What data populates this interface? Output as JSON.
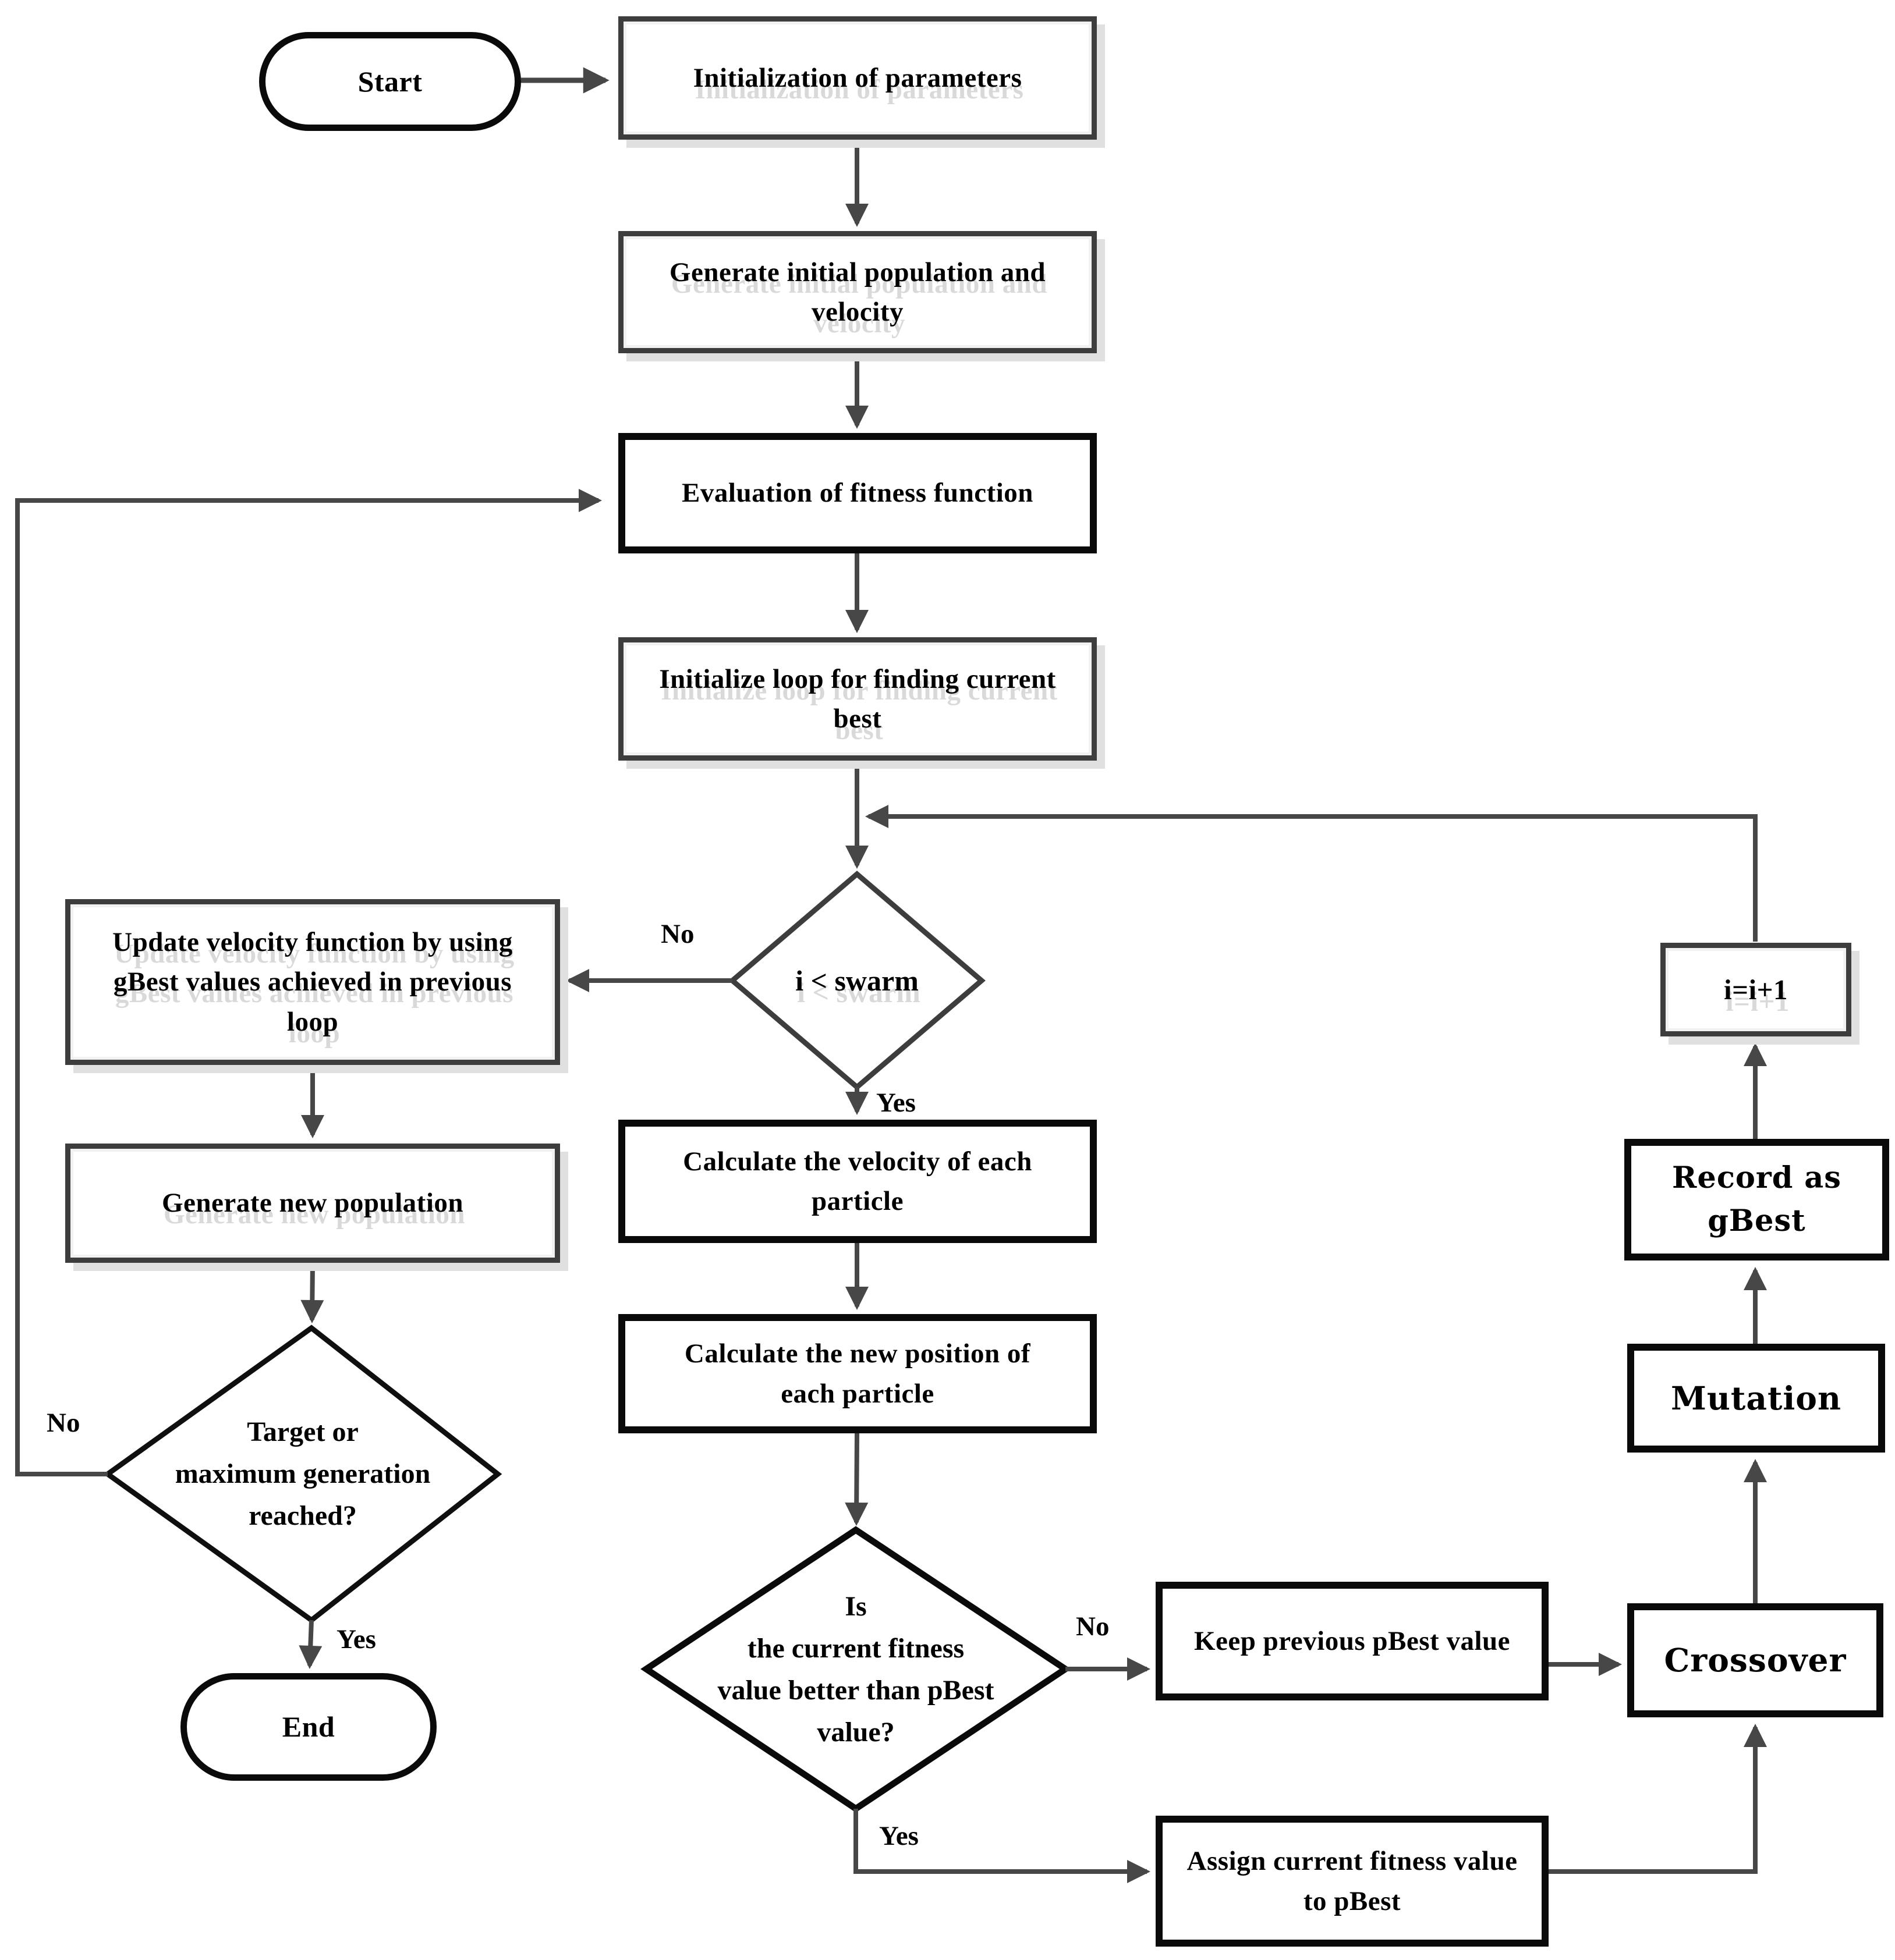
{
  "diagram_type": "flowchart",
  "nodes": {
    "start": {
      "label": "Start",
      "shape": "terminator"
    },
    "init_params": {
      "label": "Initialization of parameters",
      "shape": "process"
    },
    "gen_init_pop": {
      "label": "Generate initial population and\nvelocity",
      "shape": "process"
    },
    "eval_fitness": {
      "label": "Evaluation of fitness function",
      "shape": "process"
    },
    "init_loop": {
      "label": "Initialize loop for finding current\nbest",
      "shape": "process"
    },
    "i_lt_swarm": {
      "label": "i < swarm",
      "shape": "decision"
    },
    "update_velocity": {
      "label": "Update velocity function by using\ngBest values achieved in previous\nloop",
      "shape": "process"
    },
    "gen_new_pop": {
      "label": "Generate new population",
      "shape": "process"
    },
    "target_reached": {
      "label": "Target  or\nmaximum generation\nreached?",
      "shape": "decision"
    },
    "end": {
      "label": "End",
      "shape": "terminator"
    },
    "calc_velocity": {
      "label": "Calculate the velocity of each\nparticle",
      "shape": "process"
    },
    "calc_position": {
      "label": "Calculate the new position of\neach particle",
      "shape": "process"
    },
    "fitness_better": {
      "label": "Is\nthe current fitness\nvalue better than pBest\nvalue?",
      "shape": "decision"
    },
    "keep_pbest": {
      "label": "Keep previous pBest value",
      "shape": "process"
    },
    "assign_pbest": {
      "label": "Assign current fitness value\nto pBest",
      "shape": "process"
    },
    "crossover": {
      "label": "Crossover",
      "shape": "process"
    },
    "mutation": {
      "label": "Mutation",
      "shape": "process"
    },
    "record_gbest": {
      "label": "Record as gBest",
      "shape": "process"
    },
    "i_plus_1": {
      "label": "i=i+1",
      "shape": "process"
    }
  },
  "edges": {
    "i_lt_swarm": {
      "no": "No",
      "yes": "Yes"
    },
    "target_reached": {
      "no": "No",
      "yes": "Yes"
    },
    "fitness_better": {
      "no": "No",
      "yes": "Yes"
    }
  },
  "flow": [
    {
      "from": "start",
      "to": "init_params"
    },
    {
      "from": "init_params",
      "to": "gen_init_pop"
    },
    {
      "from": "gen_init_pop",
      "to": "eval_fitness"
    },
    {
      "from": "eval_fitness",
      "to": "init_loop"
    },
    {
      "from": "init_loop",
      "to": "i_lt_swarm"
    },
    {
      "from": "i_lt_swarm",
      "to": "update_velocity",
      "label": "No"
    },
    {
      "from": "i_lt_swarm",
      "to": "calc_velocity",
      "label": "Yes"
    },
    {
      "from": "update_velocity",
      "to": "gen_new_pop"
    },
    {
      "from": "gen_new_pop",
      "to": "target_reached"
    },
    {
      "from": "target_reached",
      "to": "eval_fitness",
      "label": "No"
    },
    {
      "from": "target_reached",
      "to": "end",
      "label": "Yes"
    },
    {
      "from": "calc_velocity",
      "to": "calc_position"
    },
    {
      "from": "calc_position",
      "to": "fitness_better"
    },
    {
      "from": "fitness_better",
      "to": "keep_pbest",
      "label": "No"
    },
    {
      "from": "fitness_better",
      "to": "assign_pbest",
      "label": "Yes"
    },
    {
      "from": "keep_pbest",
      "to": "crossover"
    },
    {
      "from": "assign_pbest",
      "to": "crossover"
    },
    {
      "from": "crossover",
      "to": "mutation"
    },
    {
      "from": "mutation",
      "to": "record_gbest"
    },
    {
      "from": "record_gbest",
      "to": "i_plus_1"
    },
    {
      "from": "i_plus_1",
      "to": "i_lt_swarm"
    }
  ],
  "colors": {
    "background": "#ffffff",
    "line": "#474747",
    "border_black": "#0a0a0a",
    "border_gray": "#3d3d3d",
    "shadow": "#e0e0e0",
    "text": "#000000"
  }
}
